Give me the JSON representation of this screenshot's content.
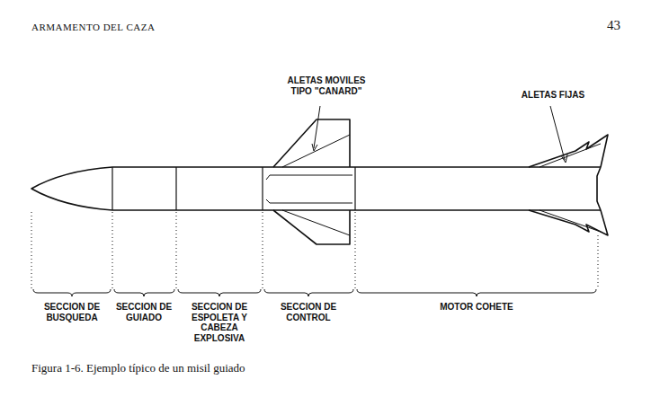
{
  "diagram": {
    "caption": "Figura 1-6. Ejemplo típico de un misil guiado",
    "labels": [
      "ARMAMENTO DEL CAZA",
      "43",
      "ALETAS MOVILES TIPO \"CANARD\"",
      "ALETAS FIJAS",
      "SECCION DE BUSQUEDA",
      "SECCION DE GUIADO",
      "SECCION DE ESPOLETA Y CABEZA EXPLOSIVA",
      "SECCION DE CONTROL",
      "MOTOR COHETE"
    ]
  }
}
